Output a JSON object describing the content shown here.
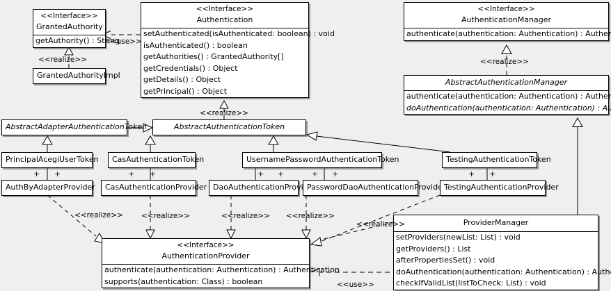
{
  "diagram": {
    "kind": "uml-class-diagram",
    "background": "#efefef",
    "line_color": "#000000",
    "node_fill": "#ffffff"
  },
  "stereotypes": {
    "interface": "<<Interface>>",
    "realize": "<<realize>>",
    "use": "<<use>>"
  },
  "classes": {
    "granted_authority": {
      "stereotype": "<<Interface>>",
      "name": "GrantedAuthority",
      "operations": [
        "getAuthority() : String"
      ]
    },
    "granted_authority_impl": {
      "name": "GrantedAuthorityImpl",
      "operations": []
    },
    "authentication": {
      "stereotype": "<<Interface>>",
      "name": "Authentication",
      "operations": [
        "setAuthenticated(isAuthenticated: boolean) : void",
        "isAuthenticated() : boolean",
        "getAuthorities() : GrantedAuthority[]",
        "getCredentials() : Object",
        "getDetails() : Object",
        "getPrincipal() : Object"
      ]
    },
    "authentication_manager": {
      "stereotype": "<<Interface>>",
      "name": "AuthenticationManager",
      "operations": [
        "authenticate(authentication: Authentication) : Authentication"
      ]
    },
    "abstract_authentication_manager": {
      "name": "AbstractAuthenticationManager",
      "italic": true,
      "operations": [
        "authenticate(authentication: Authentication) : Authentication",
        "doAuthentication(authentication: Authentication) : Authentication"
      ],
      "abstract_operations": [
        false,
        true
      ]
    },
    "abstract_adapter_authentication_token": {
      "name": "AbstractAdapterAuthenticationToken",
      "italic": true,
      "operations": []
    },
    "abstract_authentication_token": {
      "name": "AbstractAuthenticationToken",
      "italic": true,
      "operations": []
    },
    "principal_acegi_user_token": {
      "name": "PrincipalAcegiUserToken",
      "operations": []
    },
    "cas_authentication_token": {
      "name": "CasAuthenticationToken",
      "operations": []
    },
    "username_password_authentication_token": {
      "name": "UsernamePasswordAuthenticationToken",
      "operations": []
    },
    "testing_authentication_token": {
      "name": "TestingAuthenticationToken",
      "operations": []
    },
    "auth_by_adapter_provider": {
      "name": "AuthByAdapterProvider",
      "operations": []
    },
    "cas_authentication_provider": {
      "name": "CasAuthenticationProvider",
      "operations": []
    },
    "dao_authentication_provider": {
      "name": "DaoAuthenticationProvider",
      "operations": []
    },
    "password_dao_authentication_provider": {
      "name": "PasswordDaoAuthenticationProvider",
      "operations": []
    },
    "testing_authentication_provider": {
      "name": "TestingAuthenticationProvider",
      "operations": []
    },
    "authentication_provider": {
      "stereotype": "<<Interface>>",
      "name": "AuthenticationProvider",
      "operations": [
        "authenticate(authentication: Authentication) : Authentication",
        "supports(authentication: Class) : boolean"
      ]
    },
    "provider_manager": {
      "name": "ProviderManager",
      "operations": [
        "setProviders(newList: List) : void",
        "getProviders() : List",
        "afterPropertiesSet() : void",
        "doAuthentication(authentication: Authentication) : Authentication",
        "checkIfValidList(listToCheck: List) : void"
      ]
    }
  },
  "edge_labels": {
    "use_authentication_grantedauthority": "<<use>>",
    "realize_grantedauthorityimpl": "<<realize>>",
    "realize_abstractauthenticationtoken": "<<realize>>",
    "realize_abstractauthenticationmanager": "<<realize>>",
    "realize_authbyadapterprovider": "<<realize>>",
    "realize_casauthenticationprovider": "<<realize>>",
    "realize_daoauthenticationprovider": "<<realize>>",
    "realize_passworddaoauthenticationprovider": "<<realize>>",
    "realize_providermanager": "<<realize>>",
    "use_providermanager_authenticationprovider": "<<use>>"
  },
  "association_markers": {
    "plus": "+"
  }
}
